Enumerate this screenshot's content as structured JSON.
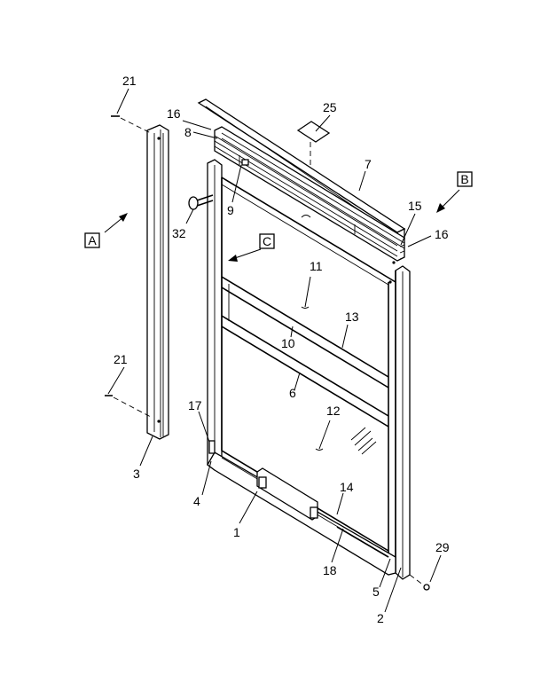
{
  "callouts": {
    "c1": "1",
    "c2": "2",
    "c3": "3",
    "c4": "4",
    "c5": "5",
    "c6": "6",
    "c7": "7",
    "c8": "8",
    "c9": "9",
    "c10": "10",
    "c11": "11",
    "c12": "12",
    "c13": "13",
    "c14": "14",
    "c15": "15",
    "c16a": "16",
    "c16b": "16",
    "c17": "17",
    "c18": "18",
    "c21a": "21",
    "c21b": "21",
    "c25": "25",
    "c29": "29",
    "c32": "32"
  },
  "view_labels": {
    "a": "A",
    "b": "B",
    "c": "C"
  }
}
